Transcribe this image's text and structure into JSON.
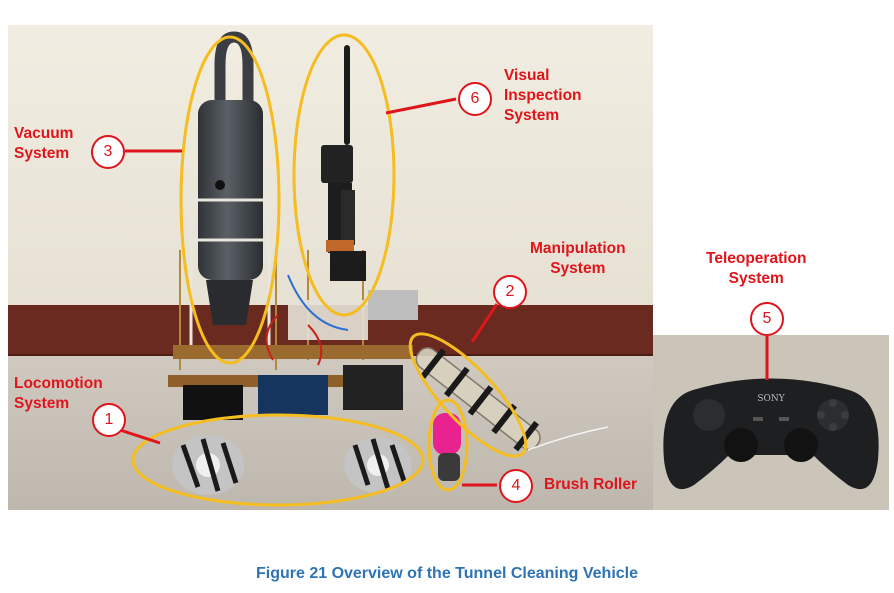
{
  "figure": {
    "caption": "Figure 21 Overview of the Tunnel Cleaning Vehicle",
    "colors": {
      "annotation_red": "#e0141b",
      "highlight_yellow": "#f5bd1f",
      "caption_blue": "#2e74b5"
    },
    "annotations": [
      {
        "number": "1",
        "label_lines": [
          "Locomotion",
          "System"
        ]
      },
      {
        "number": "2",
        "label_lines": [
          "Manipulation",
          "System"
        ]
      },
      {
        "number": "3",
        "label_lines": [
          "Vacuum",
          "System"
        ]
      },
      {
        "number": "4",
        "label_lines": [
          "Brush Roller"
        ]
      },
      {
        "number": "5",
        "label_lines": [
          "Teleoperation",
          "System"
        ]
      },
      {
        "number": "6",
        "label_lines": [
          "Visual",
          "Inspection",
          "System"
        ]
      }
    ],
    "controller_brand": "SONY"
  }
}
